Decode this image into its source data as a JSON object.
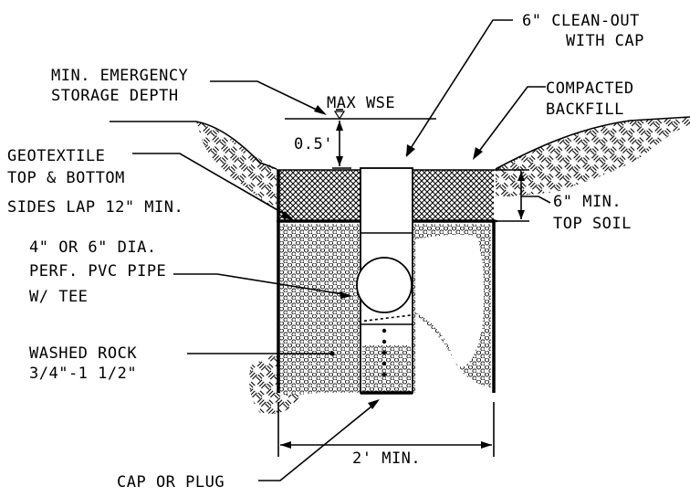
{
  "labels": {
    "cleanout_1": "6\" CLEAN-OUT",
    "cleanout_2": "WITH CAP",
    "emergency_1": "MIN. EMERGENCY",
    "emergency_2": "STORAGE DEPTH",
    "max_wse": "MAX WSE",
    "compacted_1": "COMPACTED",
    "compacted_2": "BACKFILL",
    "depth_05": "0.5'",
    "geotextile_1": "GEOTEXTILE",
    "geotextile_2": "TOP & BOTTOM",
    "geotextile_3": "SIDES LAP 12\" MIN.",
    "topsoil_1": "6\" MIN.",
    "topsoil_2": "TOP SOIL",
    "pipe_1": "4\" OR 6\" DIA.",
    "pipe_2": "PERF. PVC PIPE",
    "pipe_3": "W/ TEE",
    "rock_1": "WASHED ROCK",
    "rock_2": "3/4\"-1 1/2\"",
    "width": "2' MIN.",
    "cap": "CAP OR PLUG"
  }
}
